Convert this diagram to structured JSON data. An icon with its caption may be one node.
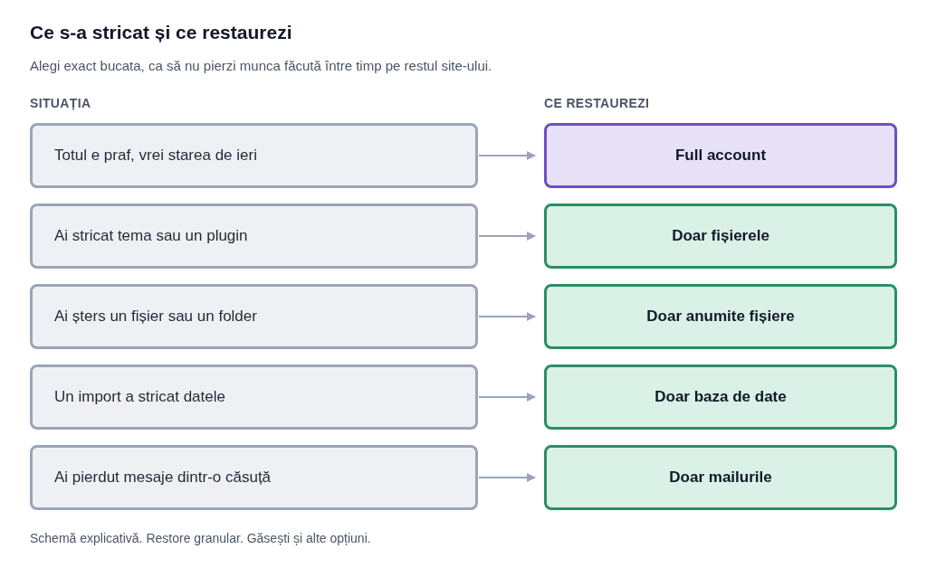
{
  "diagram": {
    "title": "Ce s-a stricat și ce restaurezi",
    "labels": [
      "Alegi exact bucata, ca să nu pierzi munca făcută între timp pe restul site-ului.",
      "SITUAȚIA",
      "CE RESTAUREZI"
    ],
    "nodes": [
      {
        "text": [
          "Totul e praf, vrei starea de ieri"
        ]
      },
      {
        "text": [
          "Full account"
        ]
      },
      {
        "text": [
          "Ai stricat tema sau un plugin"
        ]
      },
      {
        "text": [
          "Doar fișierele"
        ]
      },
      {
        "text": [
          "Ai șters un fișier sau un folder"
        ]
      },
      {
        "text": [
          "Doar anumite fișiere"
        ]
      },
      {
        "text": [
          "Un import a stricat datele"
        ]
      },
      {
        "text": [
          "Doar baza de date"
        ]
      },
      {
        "text": [
          "Ai pierdut mesaje dintr-o căsuță"
        ]
      },
      {
        "text": [
          "Doar mailurile"
        ]
      }
    ],
    "edges": [
      {
        "from": 0,
        "to": 1,
        "arrow": "to"
      },
      {
        "from": 2,
        "to": 3,
        "arrow": "to"
      },
      {
        "from": 4,
        "to": 5,
        "arrow": "to"
      },
      {
        "from": 6,
        "to": 7,
        "arrow": "to"
      },
      {
        "from": 8,
        "to": 9,
        "arrow": "to"
      }
    ],
    "caption": "Schemă explicativă. Restore granular. Găsești și alte opțiuni."
  }
}
